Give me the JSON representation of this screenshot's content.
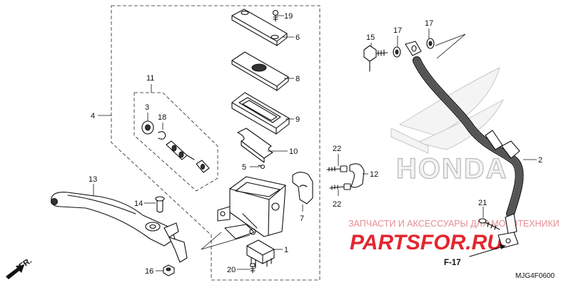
{
  "callouts": {
    "c1": "1",
    "c2": "2",
    "c3": "3",
    "c4": "4",
    "c5": "5",
    "c6": "6",
    "c7": "7",
    "c8": "8",
    "c9": "9",
    "c10": "10",
    "c11": "11",
    "c12": "12",
    "c13": "13",
    "c14": "14",
    "c15": "15",
    "c16": "16",
    "c17a": "17",
    "c17b": "17",
    "c18": "18",
    "c19": "19",
    "c20": "20",
    "c21": "21",
    "c22a": "22",
    "c22b": "22"
  },
  "watermark": {
    "logo": "HONDA",
    "line": "ЗАПЧАСТИ И АКСЕССУАРЫ ДЛЯ МОТОТЕХНИКИ",
    "brand": "PARTSFOR.RU"
  },
  "labels": {
    "ref": "F-17",
    "fr": "FR.",
    "code": "MJG4F0600"
  },
  "colors": {
    "watermark_red": "#e3262f",
    "watermark_logo_grey": "#b8b8b8",
    "line_art": "#111111"
  }
}
